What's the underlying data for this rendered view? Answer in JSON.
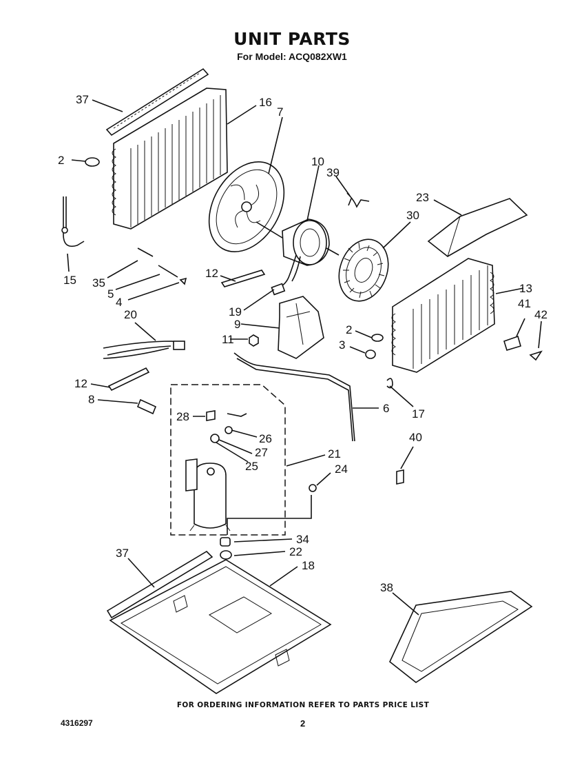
{
  "header": {
    "title": "UNIT PARTS",
    "subtitle": "For Model: ACQ082XW1"
  },
  "footer": {
    "ordering_note": "FOR ORDERING INFORMATION REFER TO PARTS PRICE LIST",
    "document_number": "4316297",
    "page_number": "2"
  },
  "callouts": {
    "c37a": "37",
    "c16": "16",
    "c7": "7",
    "c10": "10",
    "c39": "39",
    "c2a": "2",
    "c23": "23",
    "c30": "30",
    "c15": "15",
    "c35": "35",
    "c5": "5",
    "c4": "4",
    "c12a": "12",
    "c13": "13",
    "c41": "41",
    "c42": "42",
    "c19": "19",
    "c20": "20",
    "c9": "9",
    "c11": "11",
    "c2b": "2",
    "c3": "3",
    "c12b": "12",
    "c8": "8",
    "c6": "6",
    "c17": "17",
    "c28": "28",
    "c26": "26",
    "c27": "27",
    "c25": "25",
    "c40": "40",
    "c21": "21",
    "c24": "24",
    "c34": "34",
    "c22": "22",
    "c37b": "37",
    "c18": "18",
    "c38": "38"
  }
}
